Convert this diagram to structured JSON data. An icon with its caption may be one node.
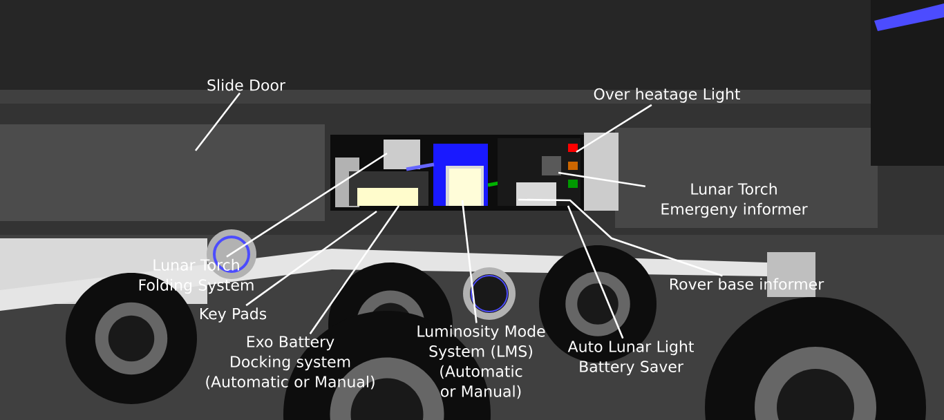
{
  "diagram": {
    "nodes": [
      {
        "text": [
          "Slide Door"
        ]
      },
      {
        "text": [
          "Over heatage Light"
        ]
      },
      {
        "text": [
          "Lunar Torch Emergeny informer"
        ]
      },
      {
        "text": [
          "Lunar Torch Folding System"
        ]
      },
      {
        "text": [
          "Rover base informer"
        ]
      },
      {
        "text": [
          "Key Pads"
        ]
      },
      {
        "text": [
          "Exo Battery Docking system (Automatic or Manual)"
        ]
      },
      {
        "text": [
          "Luminosity Mode System (LMS) (Automatic or Manual)"
        ]
      },
      {
        "text": [
          "Auto Lunar Light Battery Saver"
        ]
      }
    ],
    "edges": [
      {
        "from": 0,
        "to": null,
        "arrow": "none"
      },
      {
        "from": 1,
        "to": null,
        "arrow": "none"
      },
      {
        "from": 2,
        "to": null,
        "arrow": "none"
      },
      {
        "from": 3,
        "to": null,
        "arrow": "none"
      },
      {
        "from": 4,
        "to": null,
        "arrow": "none"
      },
      {
        "from": 5,
        "to": null,
        "arrow": "none"
      },
      {
        "from": 6,
        "to": null,
        "arrow": "none"
      },
      {
        "from": 7,
        "to": null,
        "arrow": "none"
      },
      {
        "from": 8,
        "to": null,
        "arrow": "none"
      }
    ]
  }
}
